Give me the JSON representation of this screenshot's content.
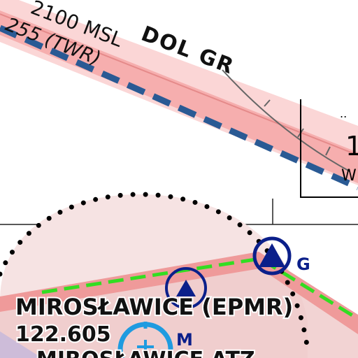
{
  "map": {
    "boundary_label_top": "2100 MSL",
    "boundary_label_sub": "255 (TWR)",
    "boundary_label_partial": "DOL GR",
    "airport": {
      "name": "MIROSŁAWICE (EPMR)",
      "frequency": "122.605",
      "partial_text_bottom": "MIROSŁAWICE ATZ"
    },
    "point_g_label": "G",
    "point_m_label": "M",
    "cut_number": "1",
    "cut_letter": "W",
    "cut_dots": "..",
    "colors": {
      "airspace_fill": "#f7e4e4",
      "zone_band": "#f2a3a3",
      "band_light": "#fbd0d0",
      "navy": "#1f4e8c",
      "green": "#33dd22",
      "vor_blue": "#1f9be0",
      "point_navy": "#0b1f8a",
      "lilac": "#c9b6d6"
    },
    "icons": [
      "vrp-triangle-icon",
      "vor-cross-icon",
      "heliport-triangle-icon"
    ]
  }
}
